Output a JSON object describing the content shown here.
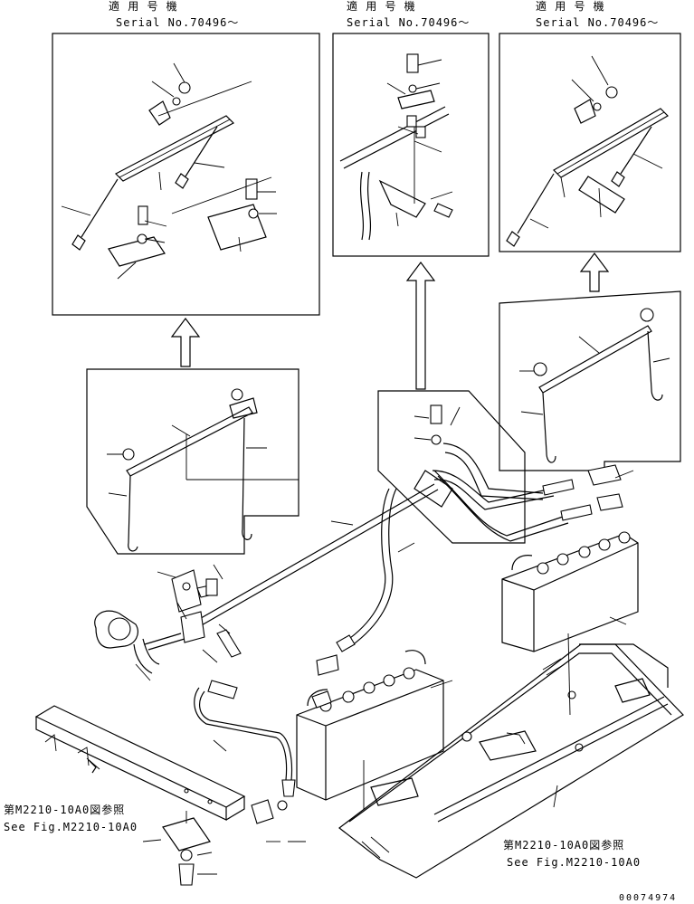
{
  "panels": {
    "left": {
      "applicability": "適 用 号 機",
      "serial": "Serial No.70496～"
    },
    "middle": {
      "applicability": "適 用 号 機",
      "serial": "Serial No.70496～"
    },
    "right": {
      "applicability": "適 用 号 機",
      "serial": "Serial No.70496～"
    }
  },
  "references": {
    "left": {
      "jp": "第M2210-10A0図参照",
      "en": "See Fig.M2210-10A0"
    },
    "right": {
      "jp": "第M2210-10A0図参照",
      "en": "See Fig.M2210-10A0"
    }
  },
  "drawing_number": "00074974"
}
